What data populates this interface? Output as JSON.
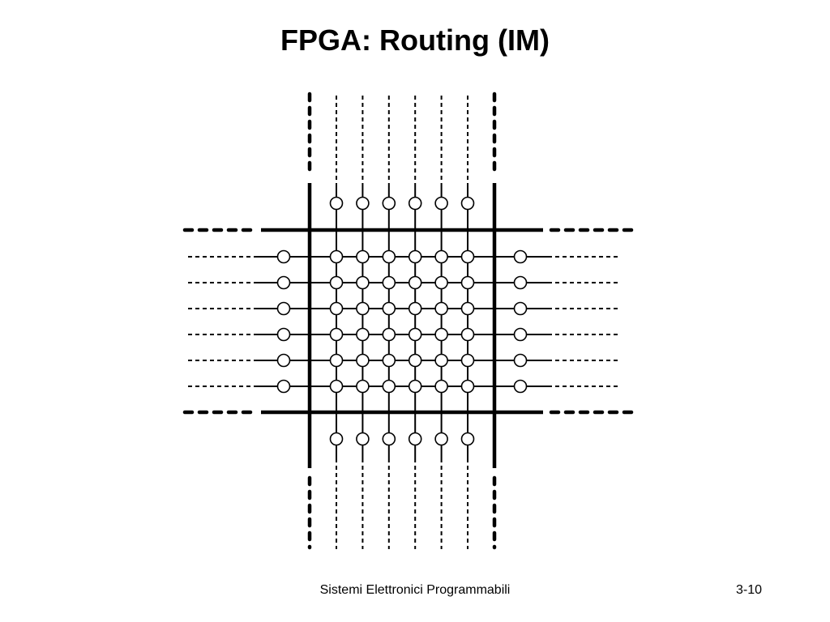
{
  "slide": {
    "title": "FPGA: Routing (IM)",
    "footer": "Sistemi Elettronici Programmabili",
    "page_number": "3-10"
  },
  "diagram": {
    "inner_track_count": 6,
    "switch_points": {
      "top_row": 6,
      "bottom_row": 6,
      "left_column": 6,
      "right_column": 6,
      "center_grid": "6x6"
    }
  }
}
